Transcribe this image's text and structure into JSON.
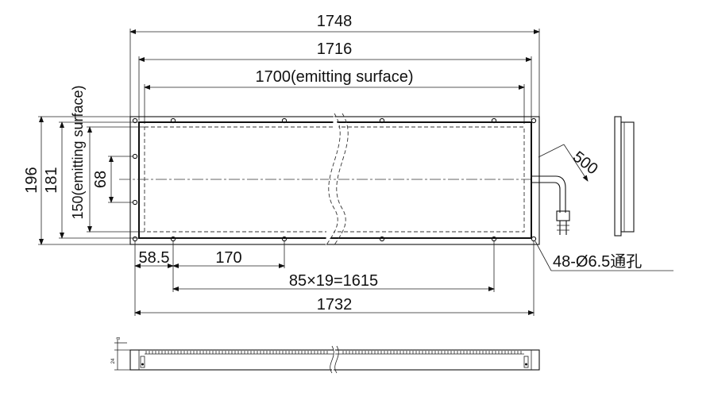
{
  "dimensions": {
    "overall_length": "1748",
    "frame_length": "1716",
    "emitting_length": "1700(emitting surface)",
    "overall_height": "196",
    "frame_height": "181",
    "emitting_height": "150(emitting surface)",
    "hole_spacing_vertical": "68",
    "cable_length": "500",
    "hole_offset": "58.5",
    "first_hole_pitch": "170",
    "hole_pitch_total": "85×19=1615",
    "hole_span": "1732",
    "holes_note": "48-Ø6.5通孔",
    "side_profile_small_top": "8",
    "side_profile_small_height": "24"
  }
}
